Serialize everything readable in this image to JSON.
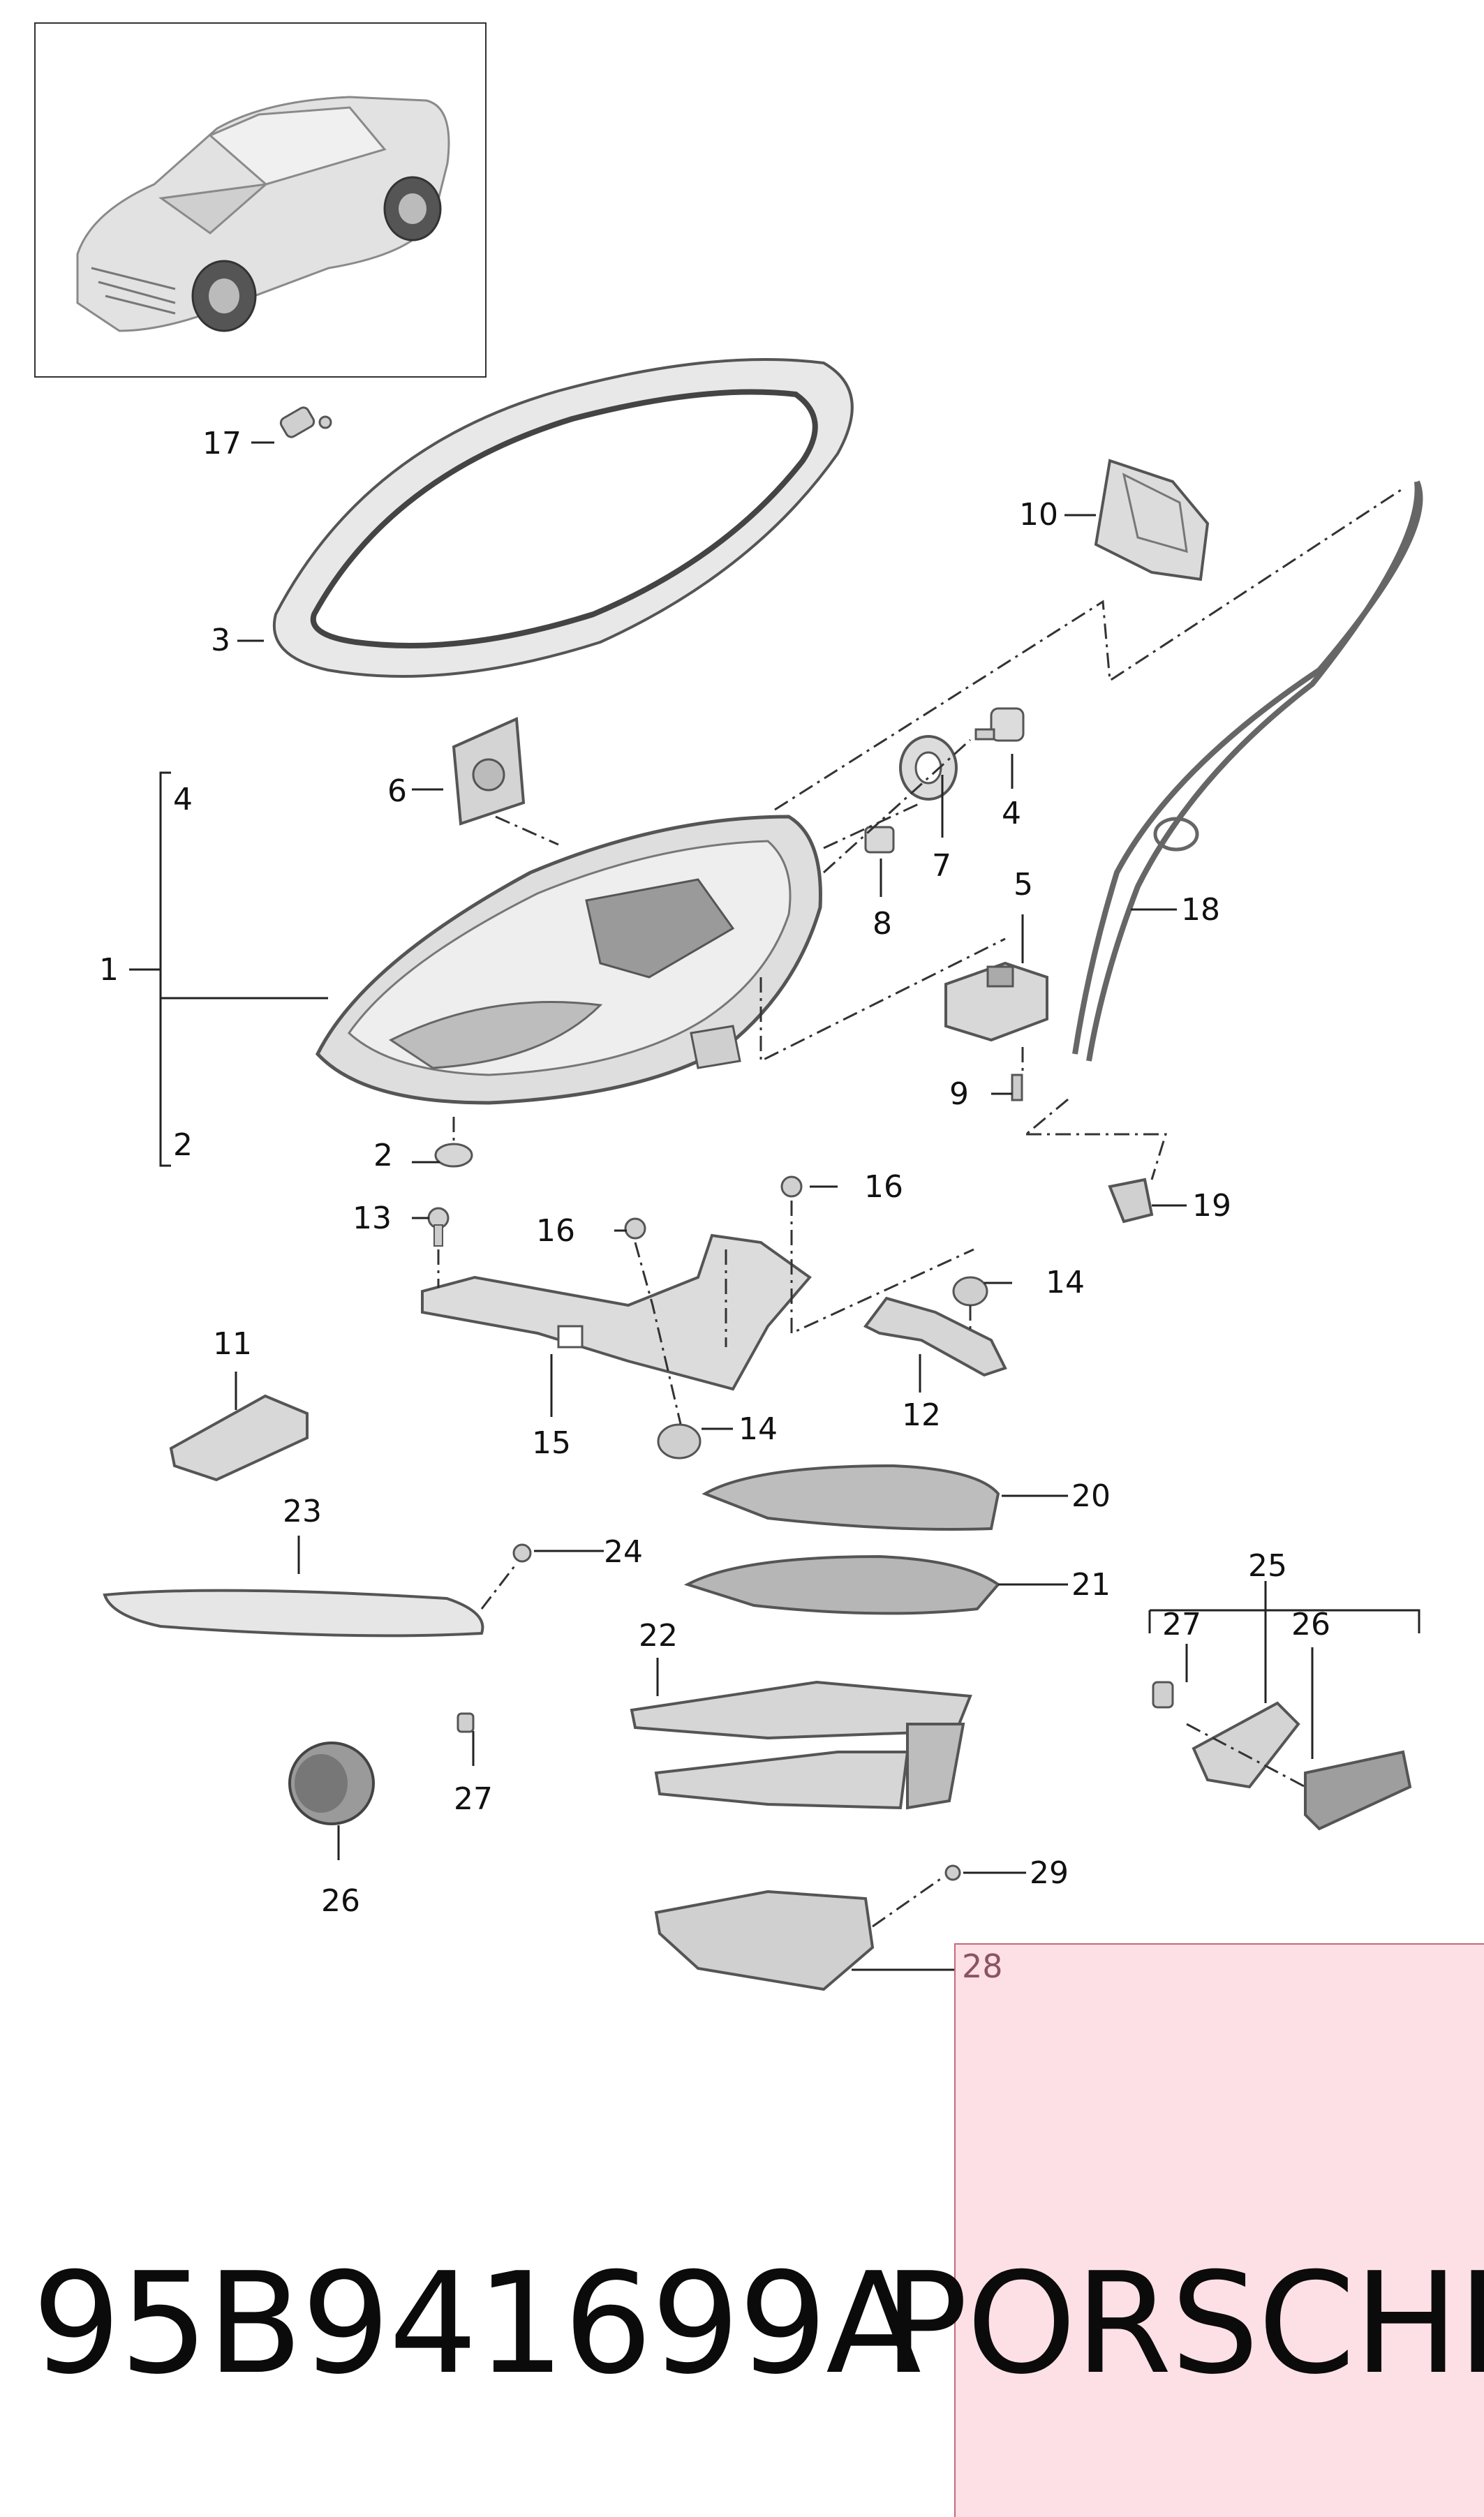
{
  "callouts": {
    "c1": "1",
    "c2a": "2",
    "c2b": "2",
    "c3": "3",
    "c4a": "4",
    "c4b": "4",
    "c5": "5",
    "c6": "6",
    "c7": "7",
    "c8": "8",
    "c9": "9",
    "c10": "10",
    "c11": "11",
    "c12": "12",
    "c13": "13",
    "c14a": "14",
    "c14b": "14",
    "c15": "15",
    "c16a": "16",
    "c16b": "16",
    "c17": "17",
    "c18": "18",
    "c19": "19",
    "c20": "20",
    "c21": "21",
    "c22": "22",
    "c23": "23",
    "c24": "24",
    "c25": "25",
    "c26a": "26",
    "c26b": "26",
    "c27a": "27",
    "c27b": "27",
    "c29": "29"
  },
  "highlight": {
    "label": "28",
    "color": "#fde0e6"
  },
  "footer": {
    "part_number": "95B941699A",
    "brand": "PORSCHE"
  },
  "colors": {
    "line": "#222222",
    "part_fill": "#d8d8d8",
    "part_stroke": "#6a6a6a"
  }
}
